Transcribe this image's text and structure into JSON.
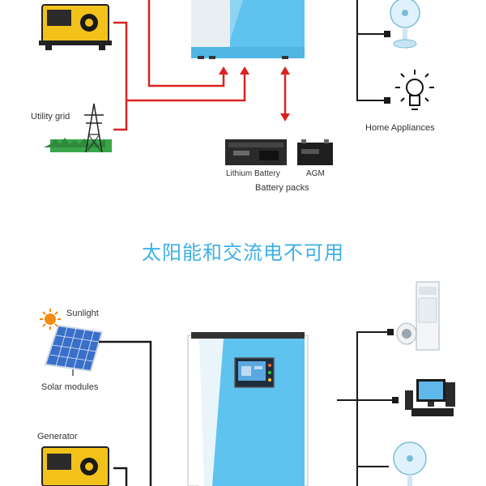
{
  "top": {
    "utility_grid_label": "Utility grid",
    "home_appliances_label": "Home Appliances",
    "lithium_battery_label": "Lithium Battery",
    "agm_label": "AGM",
    "battery_packs_label": "Battery packs",
    "line_color": "#d9231f",
    "appliance_line_color": "#1a1a1a"
  },
  "section_title": "太阳能和交流电不可用",
  "bottom": {
    "sunlight_label": "Sunlight",
    "solar_modules_label": "Solar modules",
    "generator_label": "Generator",
    "line_color": "#1a1a1a"
  },
  "colors": {
    "inverter_blue": "#5ec3ee",
    "title_blue": "#3eb0e6",
    "generator_yellow": "#f2c21b"
  }
}
